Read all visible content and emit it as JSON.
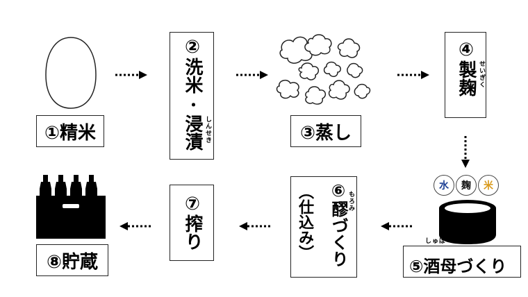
{
  "steps": {
    "s1": {
      "label": "①精米"
    },
    "s2": {
      "num": "②",
      "line1": "洗米",
      "dot": "・",
      "line2": "浸漬",
      "ruby": "しんせき"
    },
    "s3": {
      "label": "③蒸し"
    },
    "s4": {
      "num": "④",
      "text": "製麹",
      "ruby": "せいぎく"
    },
    "s5": {
      "label": "⑤酒母づくり",
      "ruby": "しゅぼ",
      "bowl_items": [
        "水",
        "麹",
        "米"
      ]
    },
    "s6": {
      "num": "⑥",
      "text": "醪づくり",
      "ruby": "もろみ",
      "sub": "（仕込み）"
    },
    "s7": {
      "num": "⑦",
      "text": "搾り"
    },
    "s8": {
      "label": "⑧貯蔵"
    }
  },
  "colors": {
    "water": "#1c3f94",
    "koji": "#111111",
    "rice": "#d99a1c"
  }
}
